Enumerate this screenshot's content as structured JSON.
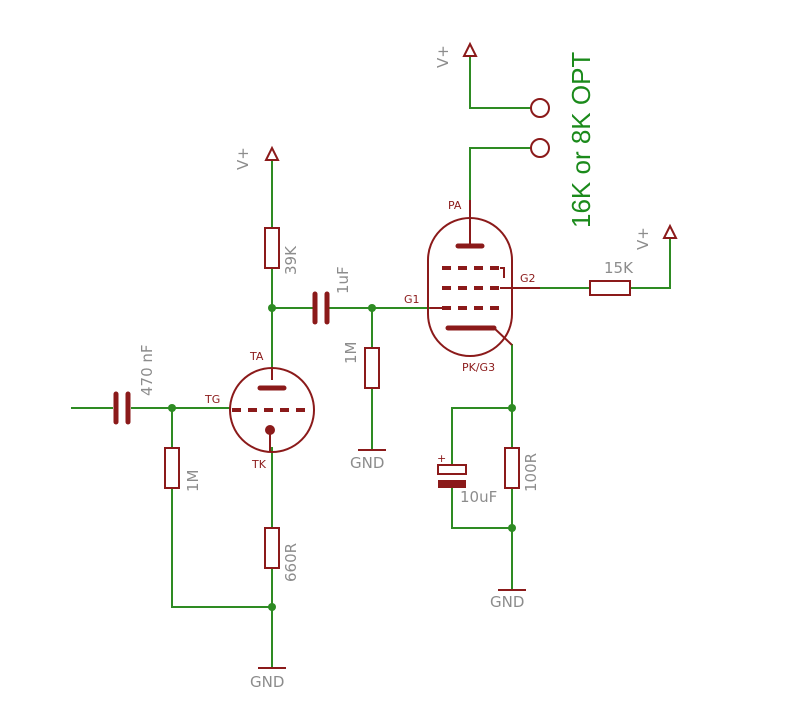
{
  "labels": {
    "supply": "V+",
    "ground": "GND",
    "opt": "16K or 8K OPT"
  },
  "components": {
    "c_input": "470 nF",
    "r_grid1": "1M",
    "r_cathode1": "660R",
    "r_plate1": "39K",
    "c_coupling": "1uF",
    "r_grid2": "1M",
    "r_screen": "15K",
    "r_cathode2": "100R",
    "c_bypass": "10uF",
    "cap_polarity": "+"
  },
  "pins": {
    "triode_anode": "TA",
    "triode_grid": "TG",
    "triode_cathode": "TK",
    "pentode_anode": "PA",
    "pentode_g1": "G1",
    "pentode_g2": "G2",
    "pentode_cathode": "PK/G3"
  },
  "colors": {
    "wire": "#2e8b23",
    "component": "#8b1a1a",
    "label": "#8c8c8c",
    "note": "#1b8a1b"
  }
}
